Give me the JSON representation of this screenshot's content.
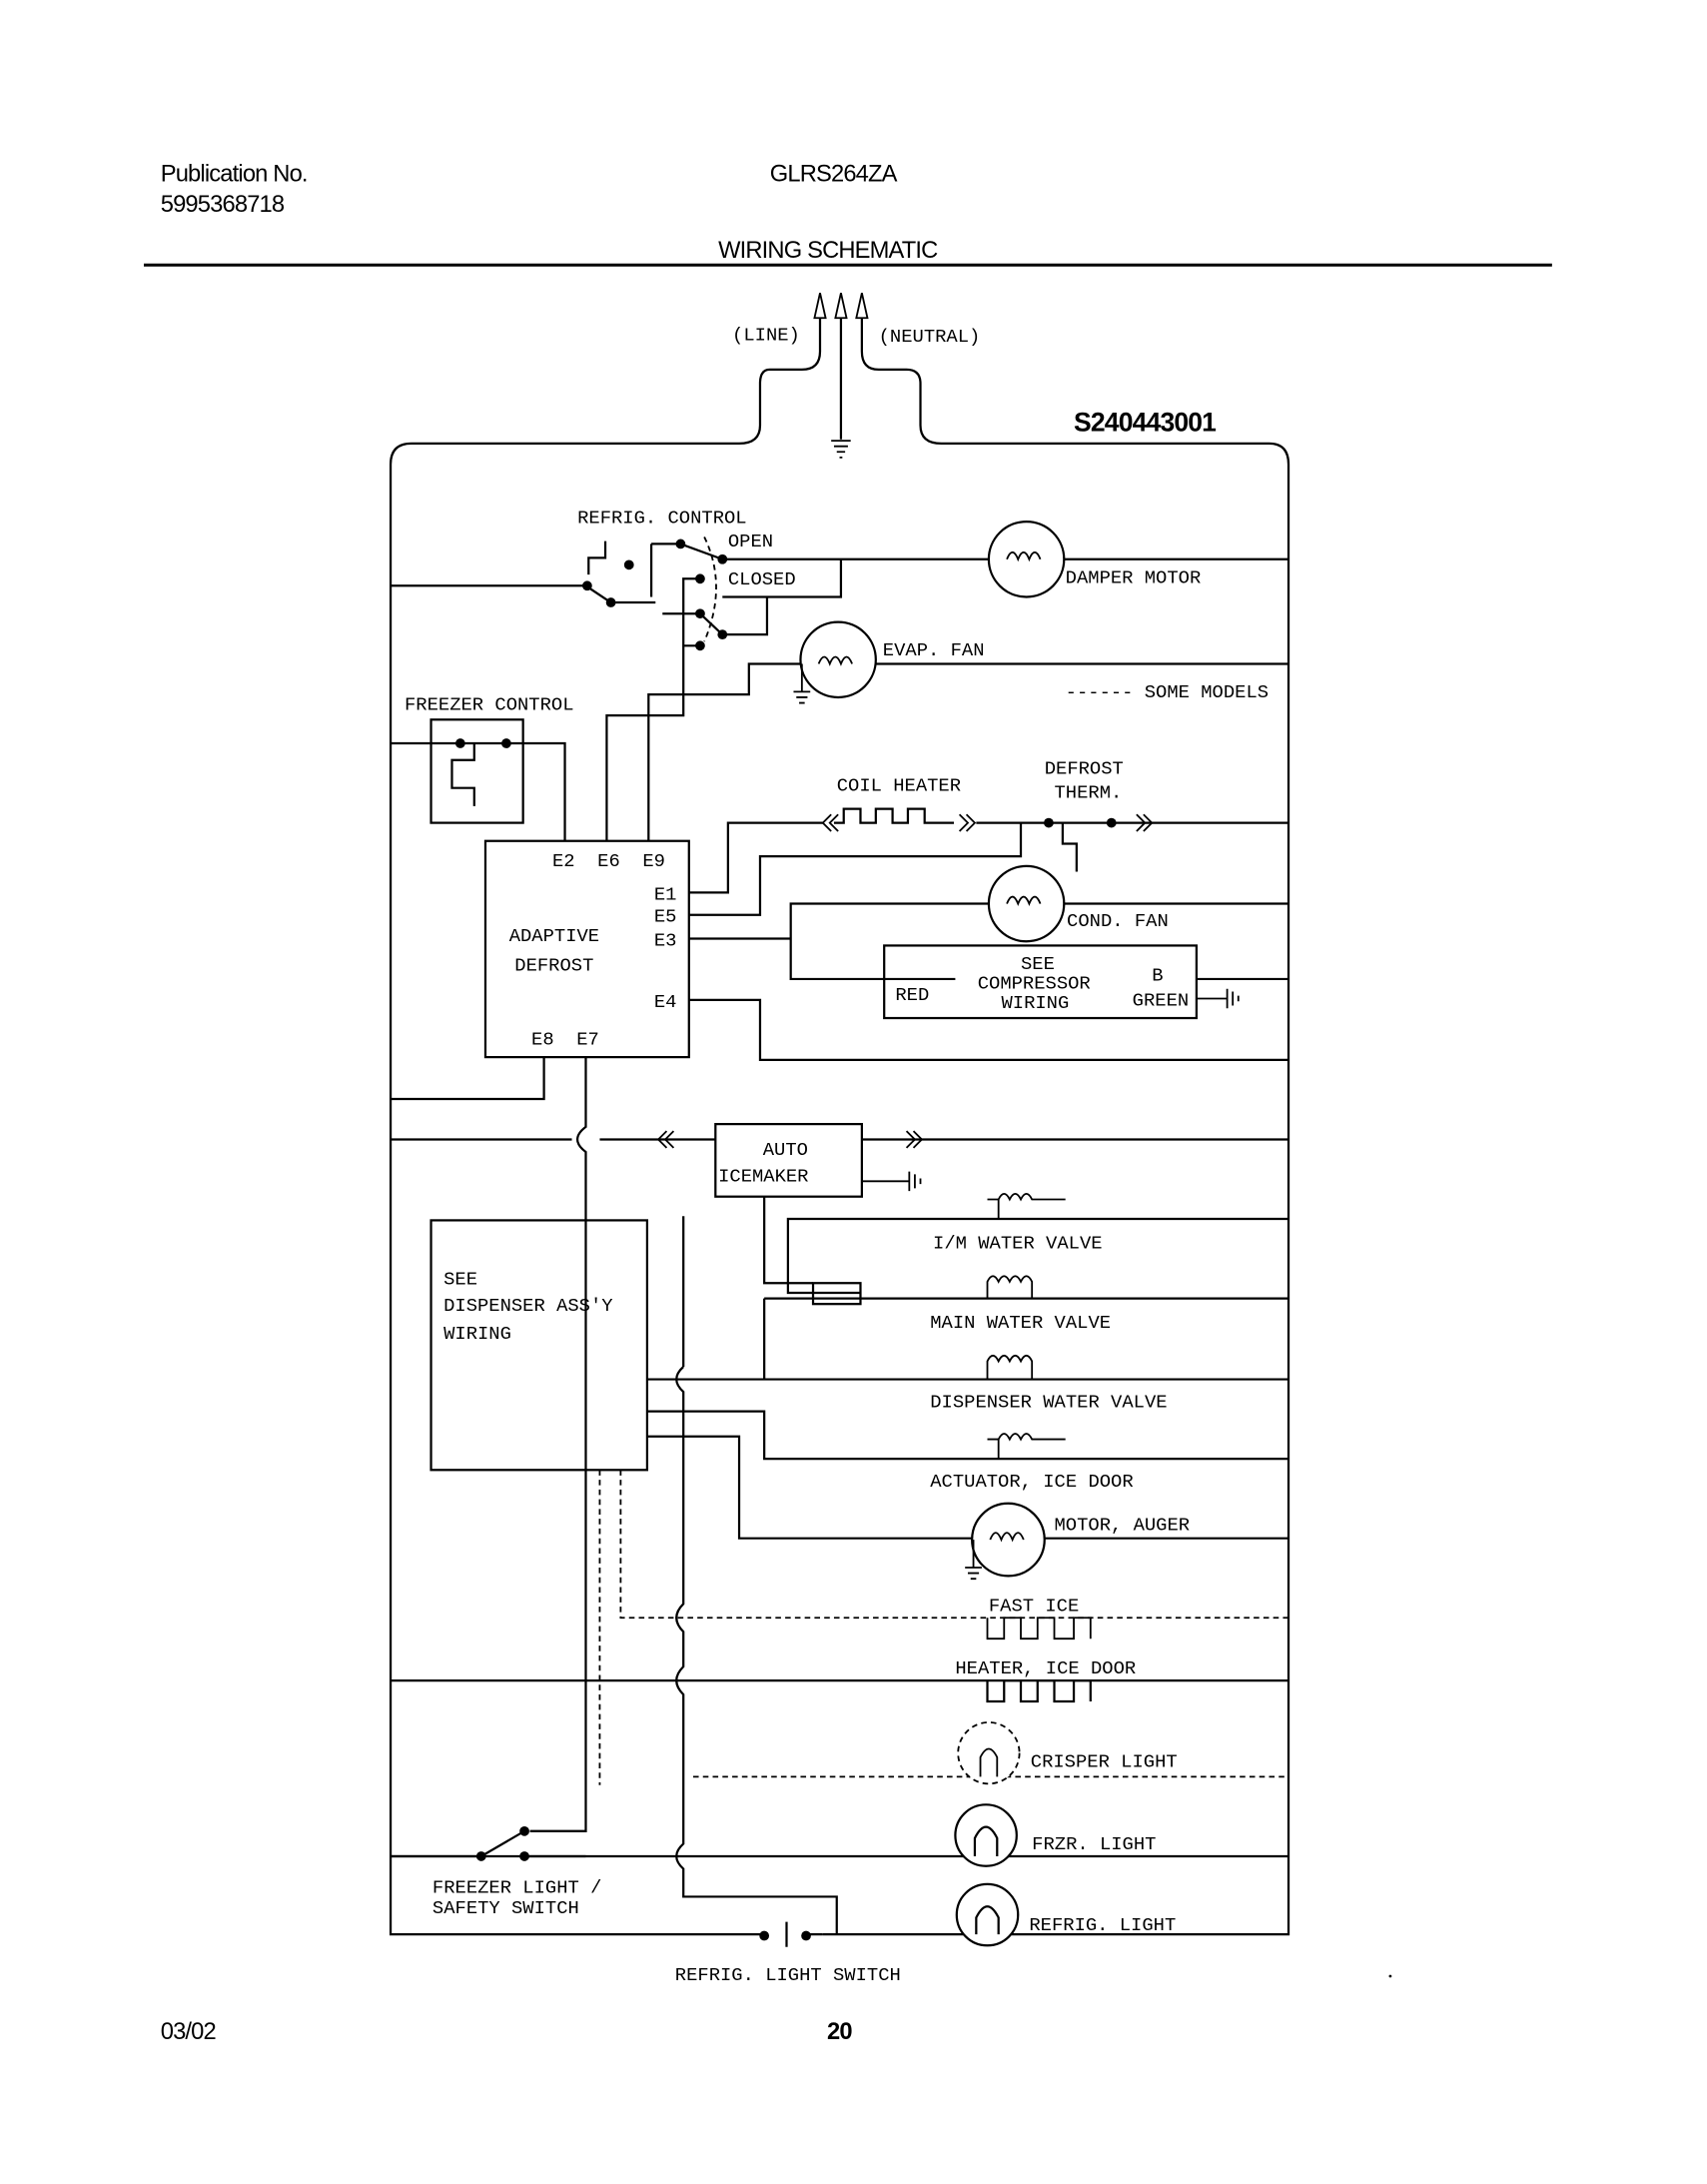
{
  "header": {
    "publication_label": "Publication No.",
    "publication_number": "5995368718",
    "model": "GLRS264ZA",
    "title": "WIRING SCHEMATIC",
    "schematic_number": "S240443001"
  },
  "power": {
    "line": "(LINE)",
    "neutral": "(NEUTRAL)"
  },
  "legend": {
    "some_models": "------ SOME MODELS"
  },
  "refrig_control": {
    "label": "REFRIG. CONTROL",
    "open": "OPEN",
    "closed": "CLOSED"
  },
  "freezer_control": {
    "label": "FREEZER CONTROL"
  },
  "adaptive_defrost": {
    "line1": "ADAPTIVE",
    "line2": "DEFROST",
    "top_terminals": "E2  E6  E9",
    "bottom_terminals": "E8  E7",
    "side_terminals": [
      "E1",
      "E5",
      "E3",
      "E4"
    ]
  },
  "components": {
    "damper_motor": "DAMPER MOTOR",
    "evap_fan": "EVAP. FAN",
    "coil_heater": "COIL HEATER",
    "defrost_therm_1": "DEFROST",
    "defrost_therm_2": "THERM.",
    "cond_fan": "COND. FAN",
    "compressor_1": "SEE",
    "compressor_2": "COMPRESSOR",
    "compressor_3": "WIRING",
    "compressor_red": "RED",
    "compressor_b": "B",
    "compressor_green": "GREEN",
    "icemaker_1": "AUTO",
    "icemaker_2": "ICEMAKER",
    "im_water_valve": "I/M WATER VALVE",
    "main_water_valve": "MAIN WATER VALVE",
    "dispenser_water_valve": "DISPENSER WATER VALVE",
    "actuator_ice_door": "ACTUATOR, ICE DOOR",
    "motor_auger": "MOTOR, AUGER",
    "fast_ice": "FAST ICE",
    "heater_ice_door": "HEATER, ICE DOOR",
    "crisper_light": "CRISPER LIGHT",
    "frzr_light": "FRZR. LIGHT",
    "refrig_light": "REFRIG. LIGHT",
    "dispenser_1": "SEE",
    "dispenser_2": "DISPENSER ASS'Y",
    "dispenser_3": "WIRING",
    "freezer_switch_1": "FREEZER LIGHT /",
    "freezer_switch_2": "SAFETY SWITCH",
    "refrig_light_switch": "REFRIG. LIGHT SWITCH"
  },
  "footer": {
    "date": "03/02",
    "page": "20"
  }
}
